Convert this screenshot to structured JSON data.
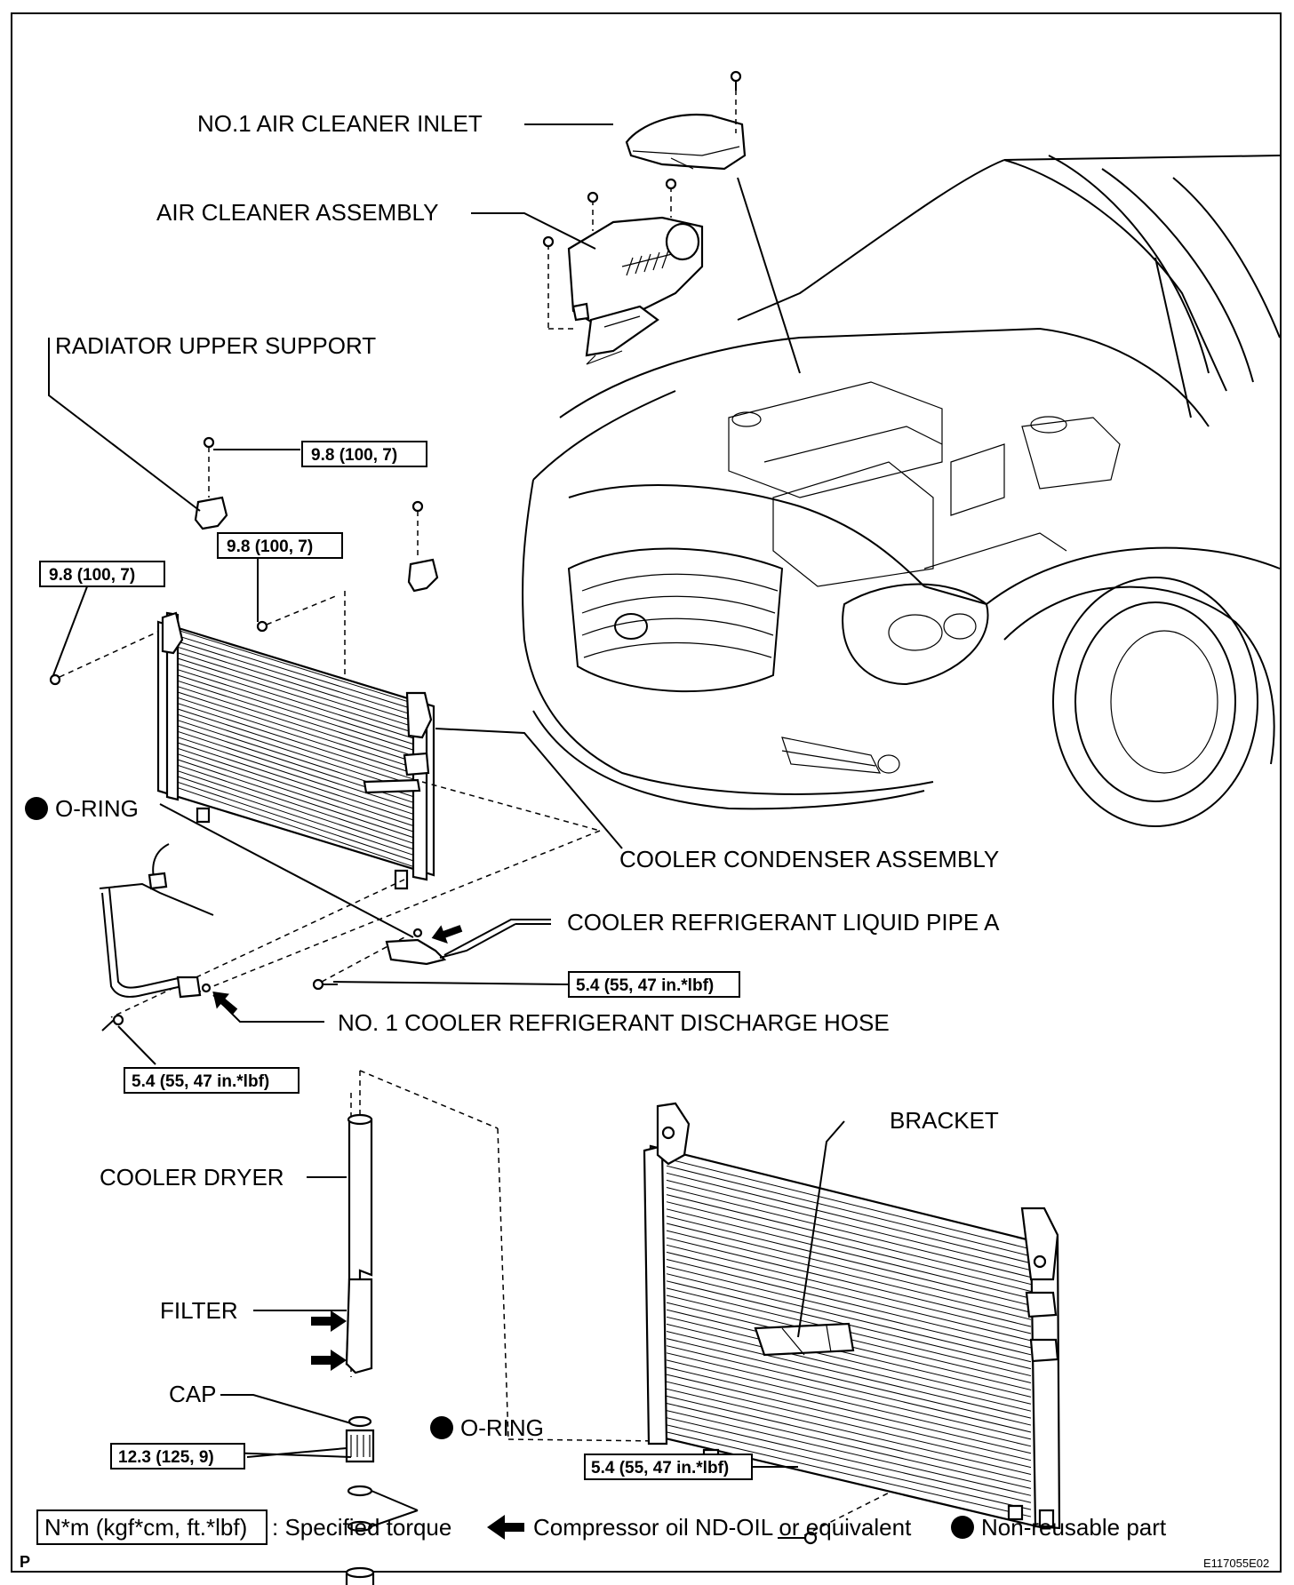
{
  "labels": {
    "air_cleaner_inlet": "NO.1 AIR CLEANER INLET",
    "air_cleaner_assembly": "AIR CLEANER ASSEMBLY",
    "radiator_upper_support": "RADIATOR UPPER SUPPORT",
    "o_ring_top": "O-RING",
    "cooler_condenser_assembly": "COOLER CONDENSER ASSEMBLY",
    "liquid_pipe_a": "COOLER REFRIGERANT LIQUID PIPE A",
    "discharge_hose": "NO. 1 COOLER REFRIGERANT DISCHARGE HOSE",
    "bracket": "BRACKET",
    "cooler_dryer": "COOLER DRYER",
    "filter": "FILTER",
    "cap": "CAP",
    "o_ring_bottom": "O-RING"
  },
  "torques": {
    "t1": "9.8 (100, 7)",
    "t2": "9.8 (100, 7)",
    "t3": "9.8 (100, 7)",
    "t4": "5.4 (55, 47 in.*lbf)",
    "t5": "5.4 (55, 47 in.*lbf)",
    "t6": "12.3 (125, 9)",
    "t7": "5.4 (55, 47 in.*lbf)"
  },
  "legend": {
    "torque_box": "N*m (kgf*cm, ft.*lbf)",
    "torque_text": ": Specified torque",
    "oil_text": "Compressor oil ND-OIL or equivalent",
    "nonreusable_text": "Non-reusable part"
  },
  "corner_left": "P",
  "corner_right": "E117055E02"
}
